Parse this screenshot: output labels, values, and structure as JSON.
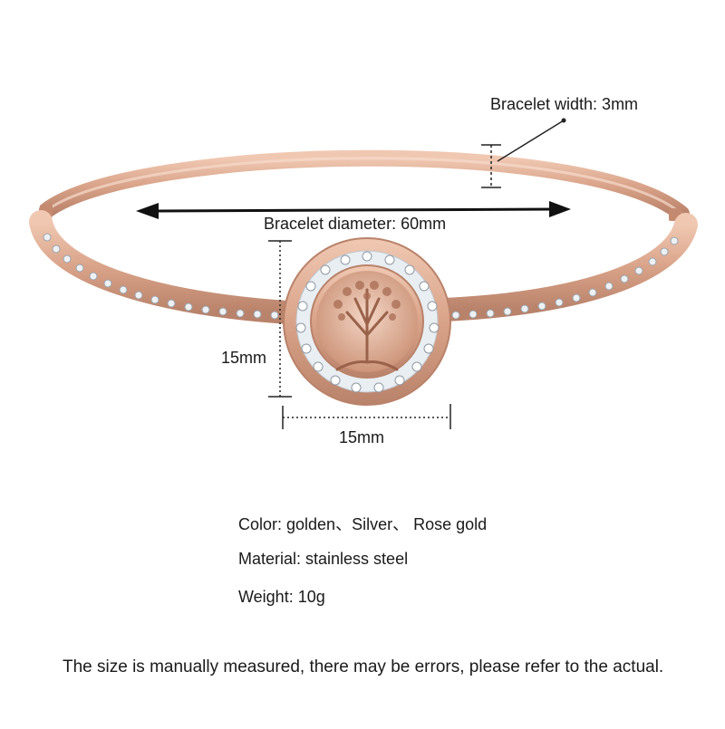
{
  "product_image": {
    "subject": "rose gold bangle bracelet with tree of life charm",
    "colors": {
      "metal": "#d9a389",
      "metal_dark": "#b9826a",
      "crystal": "#eef1f4",
      "crystal_edge": "#9aa3ad"
    }
  },
  "annotations": {
    "bracelet_width": "Bracelet width: 3mm",
    "bracelet_diameter": "Bracelet diameter:  60mm",
    "charm_height": "15mm",
    "charm_width": "15mm"
  },
  "specs": {
    "color": "Color:  golden、Silver、 Rose gold",
    "material": "Material:  stainless steel",
    "weight": "Weight:  10g"
  },
  "note": "The size is manually measured, there may be errors, please refer to the actual."
}
